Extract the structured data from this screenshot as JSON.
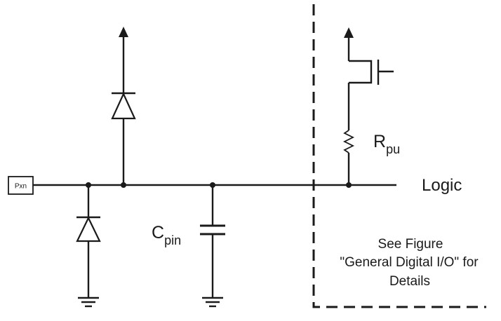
{
  "pin_box": {
    "label": "Pxn"
  },
  "capacitor": {
    "symbol": "C",
    "subscript": "pin"
  },
  "resistor": {
    "symbol": "R",
    "subscript": "pu"
  },
  "logic": {
    "label": "Logic"
  },
  "note": {
    "line1": "See Figure",
    "line2": "\"General Digital I/O\" for",
    "line3": "Details"
  }
}
